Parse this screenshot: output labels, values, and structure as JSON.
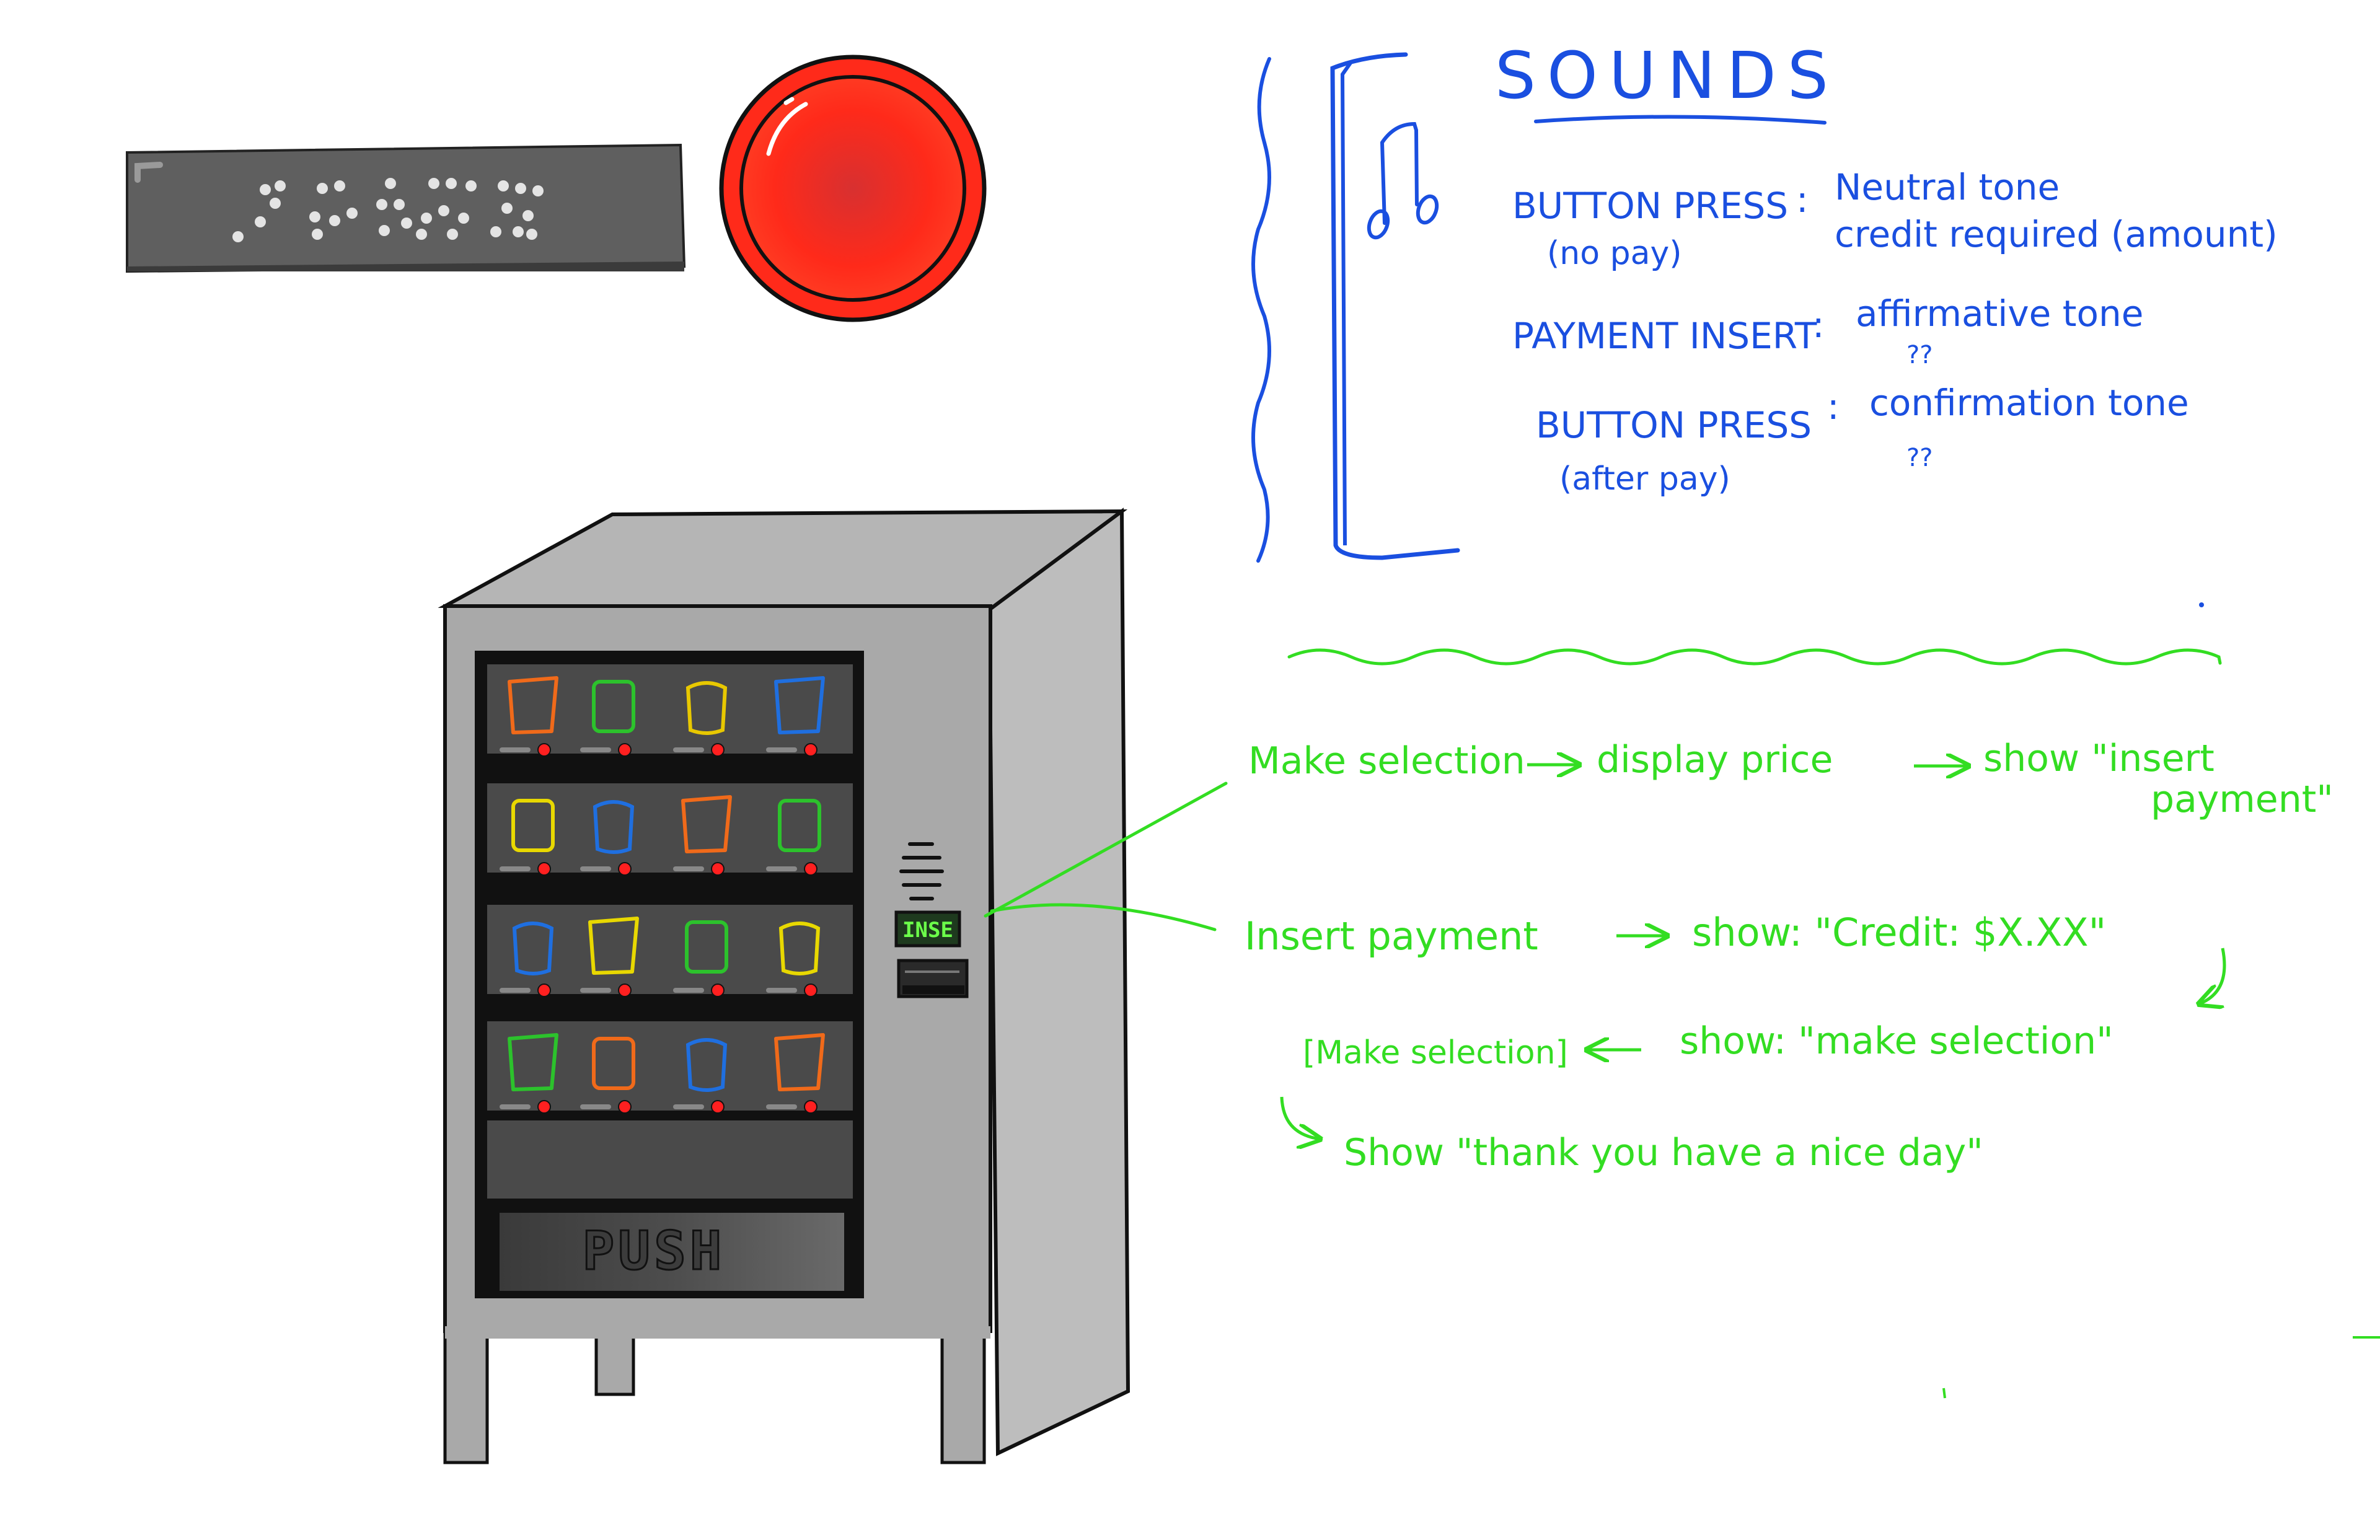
{
  "colors": {
    "background": "#ffffff",
    "sounds_ink": "#1a4fe0",
    "flow_ink": "#33dd22",
    "machine_body": "#a9a9a9",
    "machine_side": "#bdbdbd",
    "machine_top": "#b5b5b5",
    "window": "#4a4a4a",
    "big_button": "#ff2a1a",
    "display_bg": "#1e3a1e",
    "display_text": "#6cff4a"
  },
  "braille_plate": {
    "icon": "braille-dots"
  },
  "vending_machine": {
    "display_text": "INSE",
    "push_label": "PUSH",
    "speaker_icon": "speaker-grille",
    "product_colors": [
      [
        "#f06a1a",
        "#2cc22c",
        "#e8c800",
        "#1f6fe0"
      ],
      [
        "#e8d800",
        "#1f6fe0",
        "#f06a1a",
        "#2cc22c"
      ],
      [
        "#1f6fe0",
        "#e8d800",
        "#2cc22c",
        "#e8d800"
      ],
      [
        "#2cc22c",
        "#f06a1a",
        "#1f6fe0",
        "#f06a1a"
      ]
    ]
  },
  "sounds": {
    "title": "SOUNDS",
    "icon": "music-note",
    "rows": [
      {
        "label": "BUTTON PRESS",
        "sub": "(no pay)",
        "colon": ":",
        "value1": "Neutral tone",
        "value2": "credit required (amount)"
      },
      {
        "label": "PAYMENT INSERT",
        "sub": "",
        "colon": ":",
        "value1": "affirmative tone",
        "value2": "??"
      },
      {
        "label": "BUTTON PRESS",
        "sub": "(after pay)",
        "colon": ":",
        "value1": "confirmation tone",
        "value2": "??"
      }
    ]
  },
  "flow": {
    "line1_a": "Make selection",
    "line1_b": "display price",
    "line1_c": "show \"insert",
    "line1_d": "payment\"",
    "line2_a": "Insert payment",
    "line2_b": "show: \"Credit: $X.XX\"",
    "line3_a": "[Make selection]",
    "line3_b": "show: \"make selection\"",
    "line4_a": "Show \"thank you have a nice day\""
  }
}
